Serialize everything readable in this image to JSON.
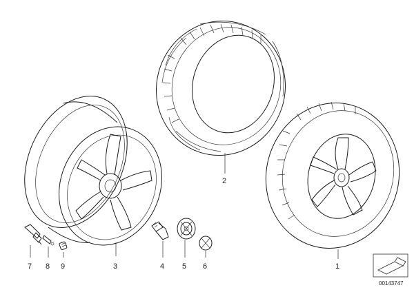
{
  "callouts": [
    {
      "id": "tire",
      "number": "2"
    },
    {
      "id": "complete-wheel",
      "number": "1"
    },
    {
      "id": "valve",
      "number": "7"
    },
    {
      "id": "valve-insert",
      "number": "8"
    },
    {
      "id": "valve-cap",
      "number": "9"
    },
    {
      "id": "rim",
      "number": "3"
    },
    {
      "id": "wheel-bolt",
      "number": "4"
    },
    {
      "id": "hub-cap",
      "number": "5"
    },
    {
      "id": "emblem",
      "number": "6"
    }
  ],
  "diagram_code": "00143747",
  "colors": {
    "line": "#1a1a1a",
    "background": "#ffffff"
  },
  "icons": {
    "corner_symbol": "folded-sheet-icon"
  }
}
